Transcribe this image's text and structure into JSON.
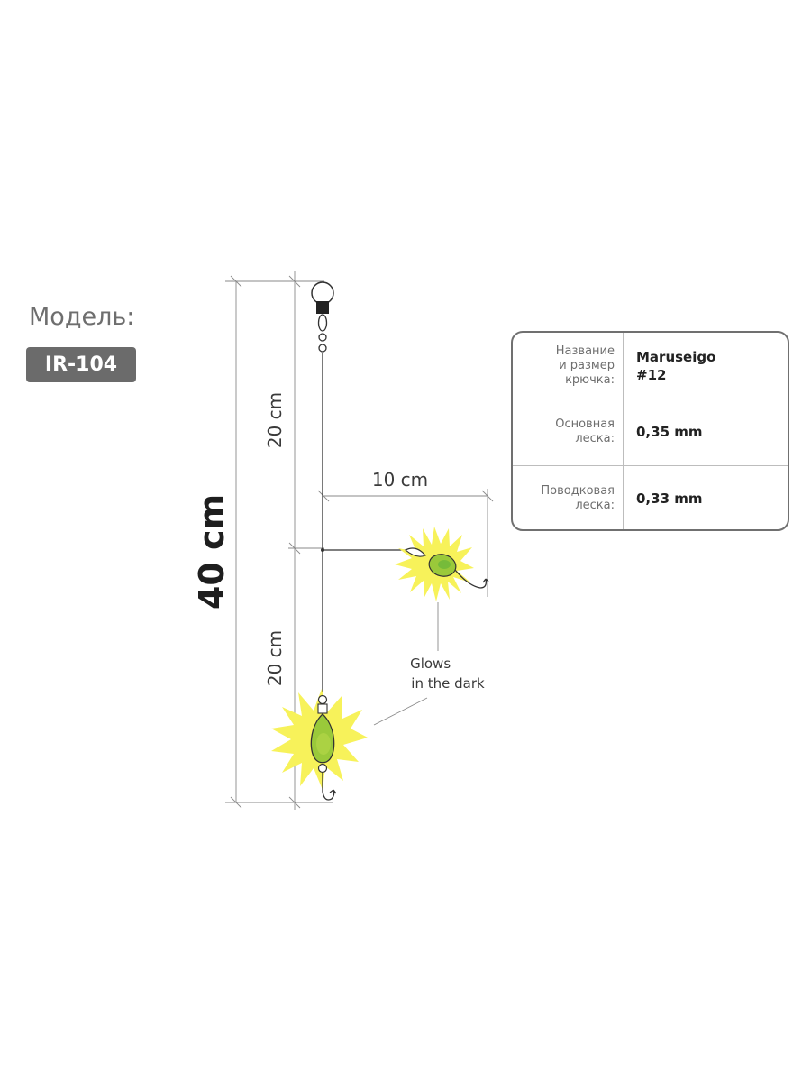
{
  "model": {
    "label": "Модель:",
    "code": "IR-104"
  },
  "dimensions": {
    "total": "40 cm",
    "upper": "20 cm",
    "lower": "20 cm",
    "branch": "10 cm"
  },
  "annotation": {
    "glow": "Glows\nin the dark"
  },
  "specs": [
    {
      "key": "Название\nи размер\nкрючка:",
      "value": "Maruseigo\n#12"
    },
    {
      "key": "Основная\nлеска:",
      "value": "0,35 mm"
    },
    {
      "key": "Поводковая\nлеска:",
      "value": "0,33 mm"
    }
  ],
  "colors": {
    "glow_yellow": "#f7f25a",
    "bead_green": "#9ac93a",
    "line": "#333333"
  }
}
